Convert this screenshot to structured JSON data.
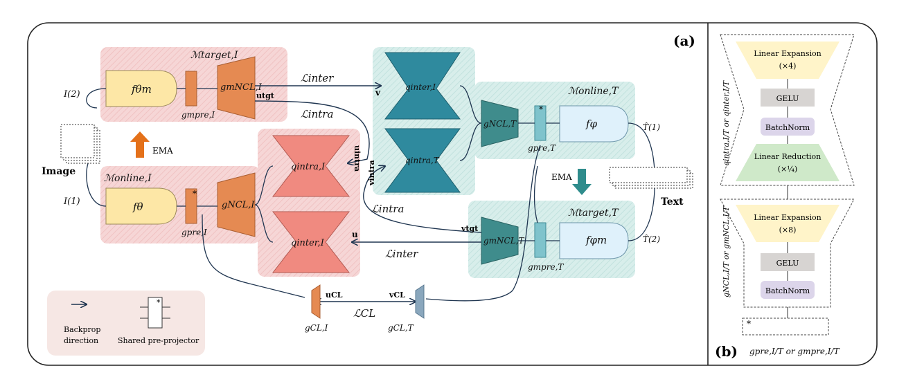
{
  "panel_a": {
    "tag": "(a)",
    "groups": {
      "target_image": "ℳtarget,I",
      "online_image": "ℳonline,I",
      "online_text": "ℳonline,T",
      "target_text": "ℳtarget,T"
    },
    "encoders": {
      "f_theta_m": "fθm",
      "f_theta": "fθ",
      "f_phi": "fφ",
      "f_phi_m": "fφm"
    },
    "pre_projectors": {
      "pre_i_m": "gmpre,I",
      "pre_i": "gpre,I",
      "pre_t": "gpre,T",
      "pre_t_m": "gmpre,T"
    },
    "ncl": {
      "ncl_i_m": "gmNCL,I",
      "ncl_i": "gNCL,I",
      "ncl_t": "gNCL,T",
      "ncl_t_m": "gmNCL,T"
    },
    "heads": {
      "q_inter_i_top": "qinter,I",
      "q_intra_t": "qintra,T",
      "q_intra_i": "qintra,I",
      "q_inter_i": "qinter,I"
    },
    "vectors": {
      "u_tgt": "utgt",
      "v": "v",
      "u_intra": "uintra",
      "v_intra": "vintra",
      "v_tgt": "vtgt",
      "u": "u",
      "u_cl": "uCL",
      "v_cl": "vCL"
    },
    "losses": {
      "inter_top": "ℒinter",
      "intra_top": "ℒintra",
      "intra_bottom": "ℒintra",
      "inter_bottom": "ℒinter",
      "cl": "ℒCL"
    },
    "cl_heads": {
      "cl_i": "gCL,I",
      "cl_t": "gCL,T"
    },
    "inputs": {
      "image_label": "Image",
      "text_label": "Text",
      "i2": "I(2)",
      "i1": "I(1)",
      "t1": "T̂(1)",
      "t2": "T̂(2)"
    },
    "ema_image": "EMA",
    "ema_text": "EMA",
    "legend": {
      "backprop_line1": "Backprop",
      "backprop_line2": "direction",
      "shared": "Shared pre-projector",
      "star": "*"
    }
  },
  "panel_b": {
    "tag": "(b)",
    "top_blocks": {
      "expansion": "Linear Expansion",
      "expansion_factor": "(×4)",
      "gelu": "GELU",
      "batchnorm": "BatchNorm",
      "reduction": "Linear Reduction",
      "reduction_factor": "(×¼)"
    },
    "top_label": "qintra,I/T or qinter,I/T",
    "bottom_blocks": {
      "expansion": "Linear Expansion",
      "expansion_factor": "(×8)",
      "gelu": "GELU",
      "batchnorm": "BatchNorm"
    },
    "bottom_label": "gNCL,I/T or gmNCL,I/T",
    "pre_label": "gpre,I/T or gmpre,I/T",
    "star": "*"
  },
  "colors": {
    "image_group_bg": "#f6d6d6",
    "text_group_bg": "#d5ece9",
    "image_encoder": "#fde7a6",
    "text_encoder": "#dff1fb",
    "image_projector": "#e58a52",
    "text_projector": "#3f8c8c",
    "image_head": "#f08a80",
    "text_head": "#2f8a9e",
    "ema_image_arrow": "#e4711a",
    "ema_text_arrow": "#2f8c8c",
    "cl_text": "#8aa7bd",
    "expansion_fill": "#fff4c9",
    "reduction_fill": "#cfe9c9",
    "gelu_fill": "#d7d4d2",
    "batchnorm_fill": "#dcd5ea"
  }
}
